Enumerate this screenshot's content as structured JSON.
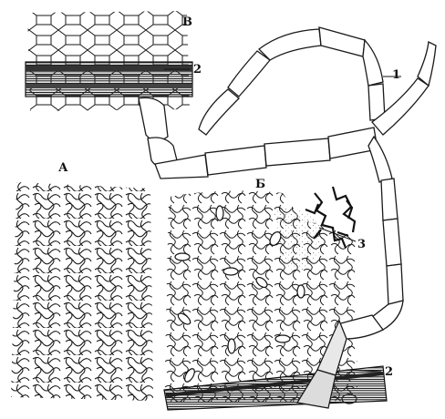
{
  "figure": {
    "labels": {
      "a": "А",
      "b": "Б",
      "v": "В",
      "n1": "1",
      "n2_top": "2",
      "n2_bottom": "2",
      "n3": "3"
    }
  },
  "colors": {
    "ink": "#1a1a1a",
    "paper": "#ffffff",
    "vein": "#222222",
    "shade": "#d9d9d9"
  }
}
